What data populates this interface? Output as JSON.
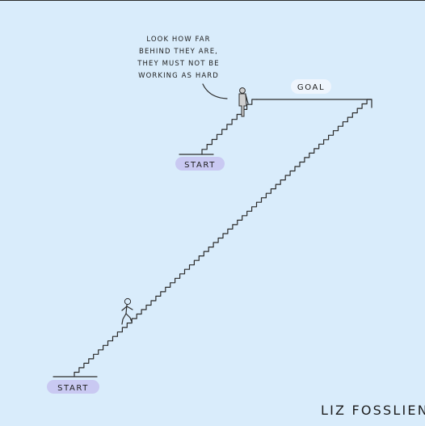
{
  "comic": {
    "speech_lines": [
      "LOOK HOW FAR",
      "BEHIND THEY ARE,",
      "THEY MUST NOT BE",
      "WORKING AS HARD"
    ],
    "goal_label": "GOAL",
    "start_label_top": "START",
    "start_label_bottom": "START",
    "signature": "LIZ FOSSLIEN"
  },
  "colors": {
    "background": "#d9ecfb",
    "start_badge": "#c9c9f2",
    "goal_badge": "#eef5fd",
    "ink": "#2b2b2b",
    "figure_fill": "#cfcfcf"
  }
}
